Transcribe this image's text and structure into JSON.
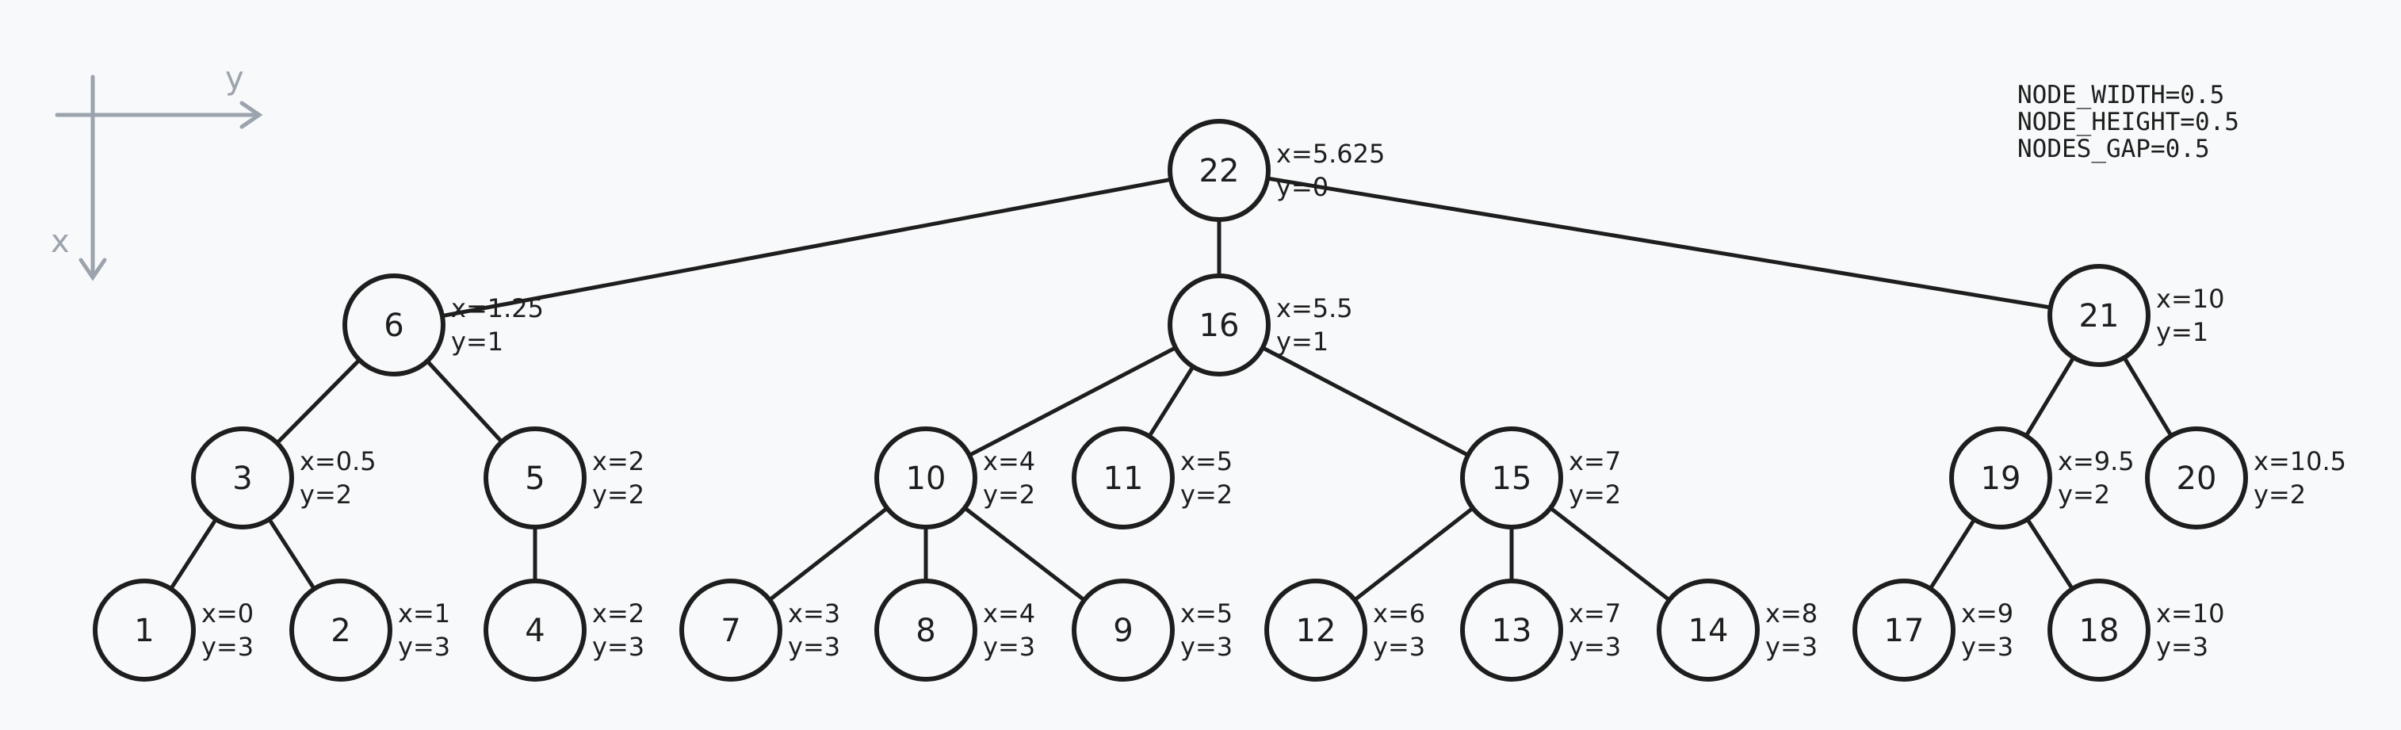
{
  "axes": {
    "y_label": "y",
    "x_label": "x"
  },
  "constants": [
    "NODE_WIDTH=0.5",
    "NODE_HEIGHT=0.5",
    "NODES_GAP=0.5"
  ],
  "nodes": [
    {
      "id": "22",
      "x_label": "x=5.625",
      "y_label": "y=0"
    },
    {
      "id": "6",
      "x_label": "x=1.25",
      "y_label": "y=1"
    },
    {
      "id": "16",
      "x_label": "x=5.5",
      "y_label": "y=1"
    },
    {
      "id": "21",
      "x_label": "x=10",
      "y_label": "y=1"
    },
    {
      "id": "3",
      "x_label": "x=0.5",
      "y_label": "y=2"
    },
    {
      "id": "5",
      "x_label": "x=2",
      "y_label": "y=2"
    },
    {
      "id": "10",
      "x_label": "x=4",
      "y_label": "y=2"
    },
    {
      "id": "11",
      "x_label": "x=5",
      "y_label": "y=2"
    },
    {
      "id": "15",
      "x_label": "x=7",
      "y_label": "y=2"
    },
    {
      "id": "19",
      "x_label": "x=9.5",
      "y_label": "y=2"
    },
    {
      "id": "20",
      "x_label": "x=10.5",
      "y_label": "y=2"
    },
    {
      "id": "1",
      "x_label": "x=0",
      "y_label": "y=3"
    },
    {
      "id": "2",
      "x_label": "x=1",
      "y_label": "y=3"
    },
    {
      "id": "4",
      "x_label": "x=2",
      "y_label": "y=3"
    },
    {
      "id": "7",
      "x_label": "x=3",
      "y_label": "y=3"
    },
    {
      "id": "8",
      "x_label": "x=4",
      "y_label": "y=3"
    },
    {
      "id": "9",
      "x_label": "x=5",
      "y_label": "y=3"
    },
    {
      "id": "12",
      "x_label": "x=6",
      "y_label": "y=3"
    },
    {
      "id": "13",
      "x_label": "x=7",
      "y_label": "y=3"
    },
    {
      "id": "14",
      "x_label": "x=8",
      "y_label": "y=3"
    },
    {
      "id": "17",
      "x_label": "x=9",
      "y_label": "y=3"
    },
    {
      "id": "18",
      "x_label": "x=10",
      "y_label": "y=3"
    }
  ],
  "edges": [
    [
      "22",
      "6"
    ],
    [
      "22",
      "16"
    ],
    [
      "22",
      "21"
    ],
    [
      "6",
      "3"
    ],
    [
      "6",
      "5"
    ],
    [
      "16",
      "10"
    ],
    [
      "16",
      "11"
    ],
    [
      "16",
      "15"
    ],
    [
      "21",
      "19"
    ],
    [
      "21",
      "20"
    ],
    [
      "3",
      "1"
    ],
    [
      "3",
      "2"
    ],
    [
      "5",
      "4"
    ],
    [
      "10",
      "7"
    ],
    [
      "10",
      "8"
    ],
    [
      "10",
      "9"
    ],
    [
      "15",
      "12"
    ],
    [
      "15",
      "13"
    ],
    [
      "15",
      "14"
    ],
    [
      "19",
      "17"
    ],
    [
      "19",
      "18"
    ]
  ],
  "colors": {
    "stroke": "#1e1e1e",
    "axis": "#9ca3ad",
    "background": "#f8f9fa"
  }
}
